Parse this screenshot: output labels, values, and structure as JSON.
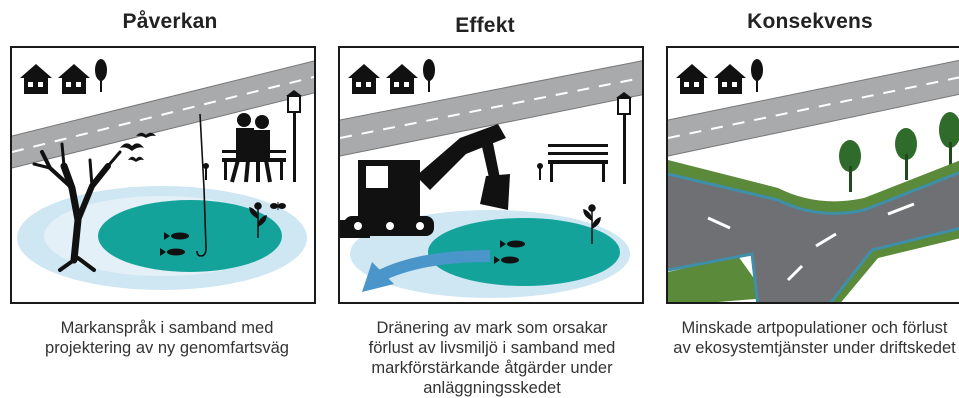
{
  "panels": [
    {
      "title": "Påverkan",
      "caption": "Markanspråk i samband med projektering av ny genomfartsväg"
    },
    {
      "title": "Effekt",
      "caption": "Dränering av mark som orsakar förlust av livsmiljö i samband med markförstärkande åtgärder under anläggningsskedet"
    },
    {
      "title": "Konsekvens",
      "caption": "Minskade artpopulationer och förlust av ekosystemtjänster under driftskedet"
    }
  ],
  "colors": {
    "pond": "#14a39a",
    "pond_halo": "#cfe6f3",
    "road": "#a9aaac",
    "road_dark": "#6f7073",
    "tree_green": "#2f6b2a",
    "grass": "#5a8a3a",
    "arrow": "#4a95c9"
  }
}
